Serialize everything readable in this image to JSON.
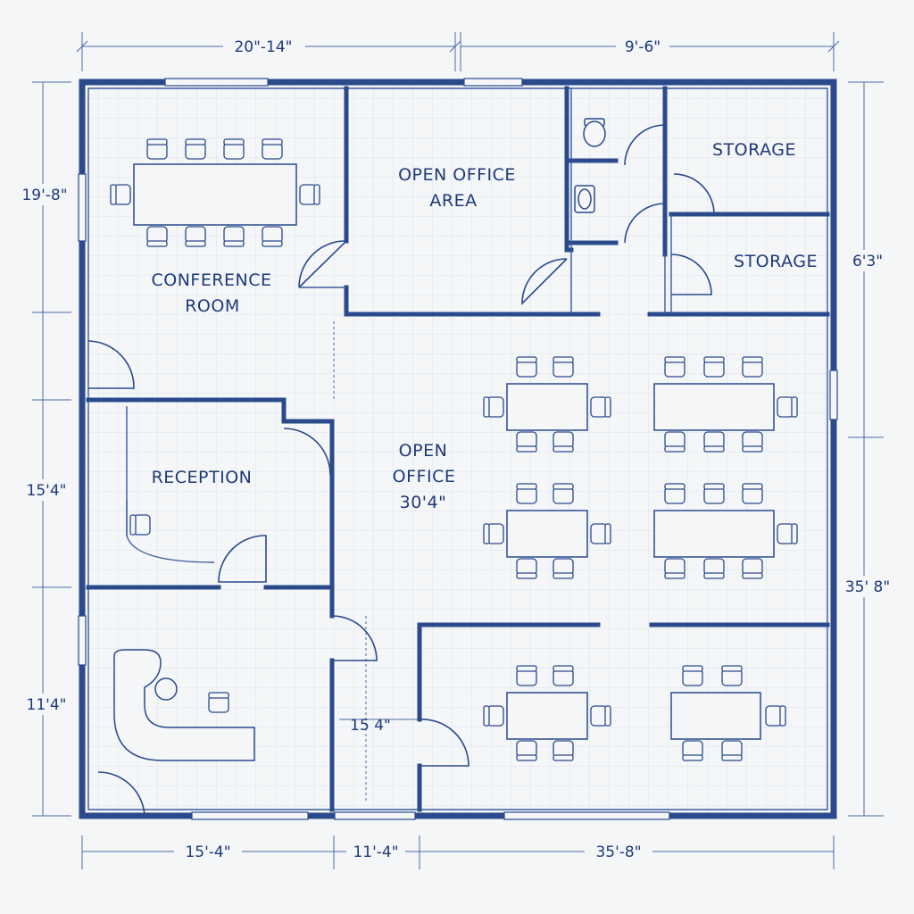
{
  "rooms": {
    "conference_line1": "CONFERENCE",
    "conference_line2": "ROOM",
    "open_office_area_line1": "OPEN OFFICE",
    "open_office_area_line2": "AREA",
    "storage_top": "STORAGE",
    "storage_bottom": "STORAGE",
    "reception": "RECEPTION",
    "open_office_line1": "OPEN",
    "open_office_line2": "OFFICE",
    "open_office_line3": "30'4\""
  },
  "dimensions": {
    "top_left": "20\"-14\"",
    "top_right": "9'-6\"",
    "left_upper": "19'-8\"",
    "left_middle": "15'4\"",
    "left_lower": "11'4\"",
    "right_upper": "6'3\"",
    "right_lower": "35' 8\"",
    "bottom_left": "15'-4\"",
    "bottom_middle": "11'-4\"",
    "bottom_right": "35'-8\"",
    "corridor": "15 4\""
  },
  "colors": {
    "line": "#2a4a8c",
    "paper": "#f4f6f8",
    "grid": "#d3deec"
  }
}
